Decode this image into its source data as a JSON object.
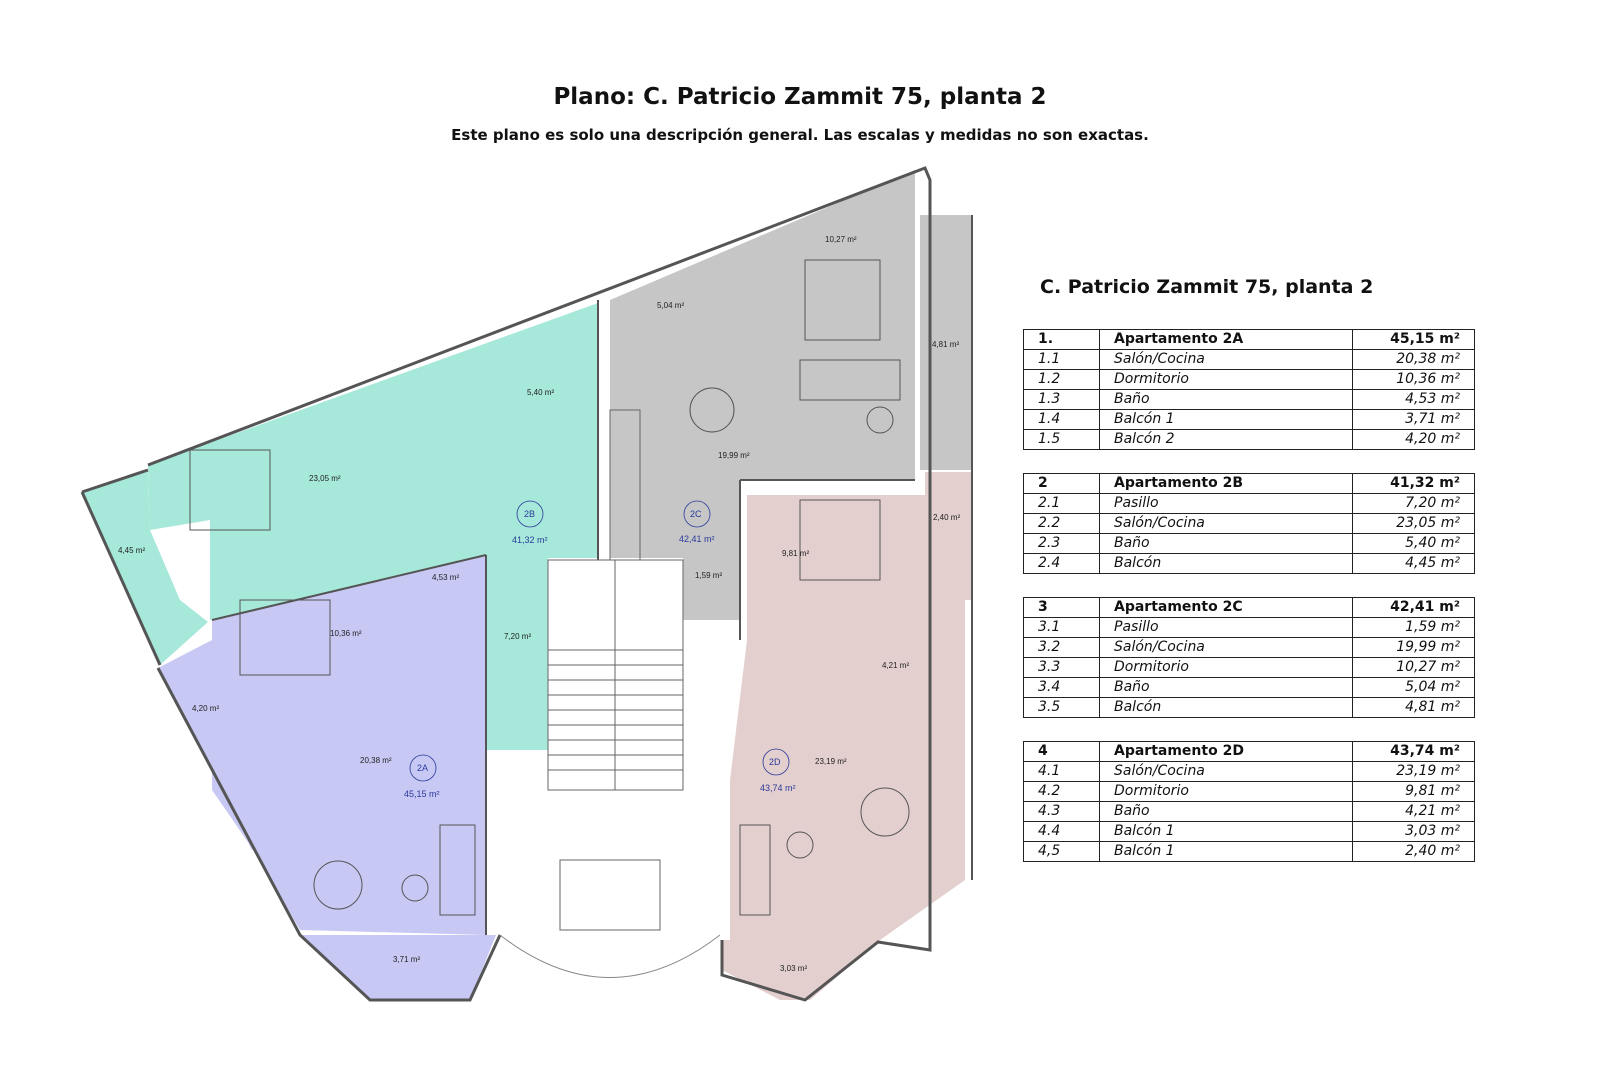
{
  "header": {
    "title": "Plano:  C. Patricio Zammit 75, planta 2",
    "subtitle": "Este plano es solo una descripción general. Las escalas y medidas no son exactas."
  },
  "colors": {
    "apt_2a": "#c8c8f5",
    "apt_2b": "#a6e8d9",
    "apt_2c": "#c6c6c6",
    "apt_2d": "#e4cfcf",
    "wall": "#555555"
  },
  "plan": {
    "area_labels": [
      "10,27 m²",
      "5,04 m²",
      "4,81 m²",
      "5,40 m²",
      "19,99 m²",
      "23,05 m²",
      "2B",
      "41,32 m²",
      "2C",
      "42,41 m²",
      "2,40 m²",
      "4,45 m²",
      "4,53 m²",
      "9,81 m²",
      "1,59 m²",
      "10,36 m²",
      "7,20 m²",
      "4,21 m²",
      "4,20 m²",
      "20,38 m²",
      "2A",
      "45,15 m²",
      "2D",
      "43,74 m²",
      "23,19 m²",
      "3,71 m²",
      "3,03 m²"
    ]
  },
  "table": {
    "title": "C. Patricio Zammit 75, planta 2",
    "apartments": [
      {
        "no": "1.",
        "name": "Apartamento 2A",
        "total": "45,15 m²",
        "rooms": [
          {
            "no": "1.1",
            "name": "Salón/Cocina",
            "area": "20,38 m²"
          },
          {
            "no": "1.2",
            "name": "Dormitorio",
            "area": "10,36 m²"
          },
          {
            "no": "1.3",
            "name": "Baño",
            "area": "4,53 m²"
          },
          {
            "no": "1.4",
            "name": "Balcón 1",
            "area": "3,71 m²"
          },
          {
            "no": "1.5",
            "name": "Balcón 2",
            "area": "4,20 m²"
          }
        ]
      },
      {
        "no": "2",
        "name": "Apartamento 2B",
        "total": "41,32 m²",
        "rooms": [
          {
            "no": "2.1",
            "name": "Pasillo",
            "area": "7,20 m²"
          },
          {
            "no": "2.2",
            "name": "Salón/Cocina",
            "area": "23,05 m²"
          },
          {
            "no": "2.3",
            "name": "Baño",
            "area": "5,40 m²"
          },
          {
            "no": "2.4",
            "name": "Balcón",
            "area": "4,45 m²"
          }
        ]
      },
      {
        "no": "3",
        "name": "Apartamento 2C",
        "total": "42,41 m²",
        "rooms": [
          {
            "no": "3.1",
            "name": "Pasillo",
            "area": "1,59 m²"
          },
          {
            "no": "3.2",
            "name": "Salón/Cocina",
            "area": "19,99 m²"
          },
          {
            "no": "3.3",
            "name": "Dormitorio",
            "area": "10,27 m²"
          },
          {
            "no": "3.4",
            "name": "Baño",
            "area": "5,04 m²"
          },
          {
            "no": "3.5",
            "name": "Balcón",
            "area": "4,81 m²"
          }
        ]
      },
      {
        "no": "4",
        "name": "Apartamento 2D",
        "total": "43,74 m²",
        "rooms": [
          {
            "no": "4.1",
            "name": "Salón/Cocina",
            "area": "23,19 m²"
          },
          {
            "no": "4.2",
            "name": "Dormitorio",
            "area": "9,81 m²"
          },
          {
            "no": "4.3",
            "name": "Baño",
            "area": "4,21 m²"
          },
          {
            "no": "4.4",
            "name": "Balcón 1",
            "area": "3,03 m²"
          },
          {
            "no": "4,5",
            "name": "Balcón 1",
            "area": "2,40 m²"
          }
        ]
      }
    ]
  }
}
